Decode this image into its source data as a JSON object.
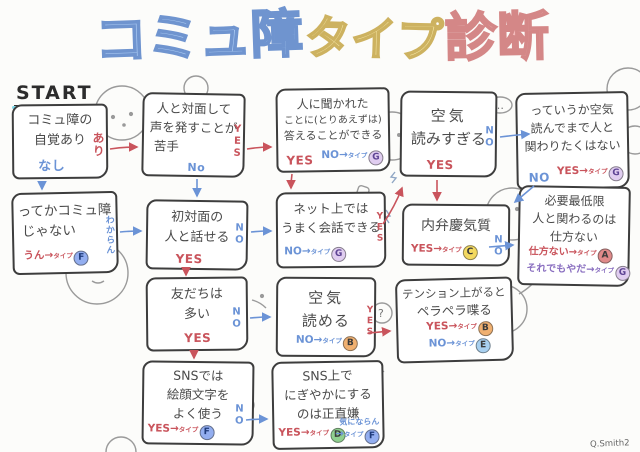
{
  "title": {
    "part1": "コミュ障",
    "part2": "タイプ",
    "part3": "診断"
  },
  "start_label": "START",
  "tip_word": "タイプ",
  "signature": "Q.Smith2",
  "colors": {
    "title_blue": "#a9c9f2",
    "title_yellow": "#f6e8a6",
    "title_pink": "#f3bcbc",
    "yes_red": "#c9545c",
    "no_blue": "#6b93d6",
    "purple": "#8a6fc0",
    "type_badges": {
      "A": "#e08a8a",
      "B": "#f0b070",
      "C": "#f3d960",
      "D": "#8fd08f",
      "E": "#a8d0f0",
      "F": "#93aef0",
      "G": "#e0cdf0"
    }
  },
  "boxes": {
    "jikaku": {
      "lines": [
        "コミュ障の",
        "自覚あり"
      ],
      "yes": "あり",
      "no": "なし"
    },
    "taimen": {
      "lines": [
        "人と対面して",
        "声を発すことが",
        "苦手"
      ],
      "yes": "YES",
      "no": "No"
    },
    "kikareta": {
      "lines": [
        "人に聞かれた",
        "ことに(とりあえずは)",
        "答えることができる"
      ],
      "yes": "YES",
      "result": {
        "text": "NO→",
        "type": "G"
      }
    },
    "yomisugi": {
      "lines": [
        "空気",
        "読みすぎる"
      ],
      "yes": "YES",
      "no": "NO"
    },
    "kakawari": {
      "lines": [
        "っていうか空気",
        "読んでまで人と",
        "関わりたくはない"
      ],
      "no": "NO",
      "result": {
        "text": "YES→",
        "type": "G"
      }
    },
    "janai": {
      "lines": [
        "ってかコミュ障",
        "じゃない"
      ],
      "side": "わからん",
      "result": {
        "text": "うん→",
        "type": "F"
      }
    },
    "shotaimen": {
      "lines": [
        "初対面の",
        "人と話せる"
      ],
      "no": "NO",
      "yes": "YES"
    },
    "netto": {
      "lines": [
        "ネット上では",
        "うまく会話できる"
      ],
      "yes": "YES",
      "result": {
        "text": "NO→",
        "type": "G"
      }
    },
    "uchibenkei": {
      "lines": [
        "内弁慶気質"
      ],
      "no": "NO",
      "result": {
        "text": "YES→",
        "type": "C"
      }
    },
    "hitsuyou": {
      "lines": [
        "必要最低限",
        "人と関わるのは",
        "仕方ない"
      ],
      "result1": {
        "text": "仕方ない→",
        "type": "A"
      },
      "result2": {
        "text": "それでもやだ→",
        "type": "G"
      }
    },
    "tomodachi": {
      "lines": [
        "友だちは",
        "多い"
      ],
      "no": "NO",
      "yes": "YES"
    },
    "yomeru": {
      "lines": [
        "空気",
        "読める"
      ],
      "yes": "YES",
      "result": {
        "text": "NO→",
        "type": "B"
      }
    },
    "tension": {
      "lines": [
        "テンション上がると",
        "ペラペラ喋る"
      ],
      "result1": {
        "text": "YES→",
        "type": "B"
      },
      "result2": {
        "text": "NO→",
        "type": "E"
      }
    },
    "sns_emoji": {
      "lines": [
        "SNSでは",
        "絵顔文字を",
        "よく使う"
      ],
      "no": "NO",
      "result": {
        "text": "YES→",
        "type": "F"
      }
    },
    "nigiyaka": {
      "lines": [
        "SNS上で",
        "にぎやかにする",
        "のは正直嫌"
      ],
      "result1": {
        "text": "YES→",
        "type": "D"
      },
      "result2": {
        "text": "気にならん",
        "arrow": "→",
        "type": "F"
      }
    }
  },
  "doodles": {
    "ellipsis": "…",
    "question": "?"
  }
}
